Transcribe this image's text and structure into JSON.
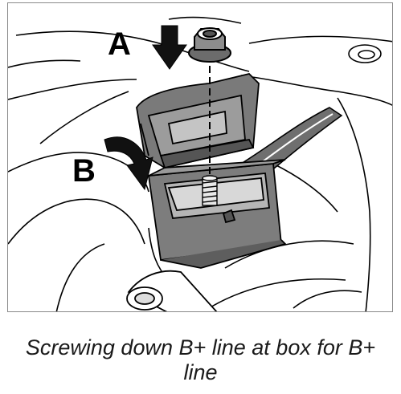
{
  "figure": {
    "label_a": "A",
    "label_b": "B",
    "nut_icon": "flange-nut-icon",
    "arrow_icon": "down-arrow-icon",
    "line_color": "#000000",
    "shade_color": "#7a7a7a"
  },
  "caption": {
    "line1": "Screwing down B+ line at box for B+",
    "line2": "line"
  }
}
